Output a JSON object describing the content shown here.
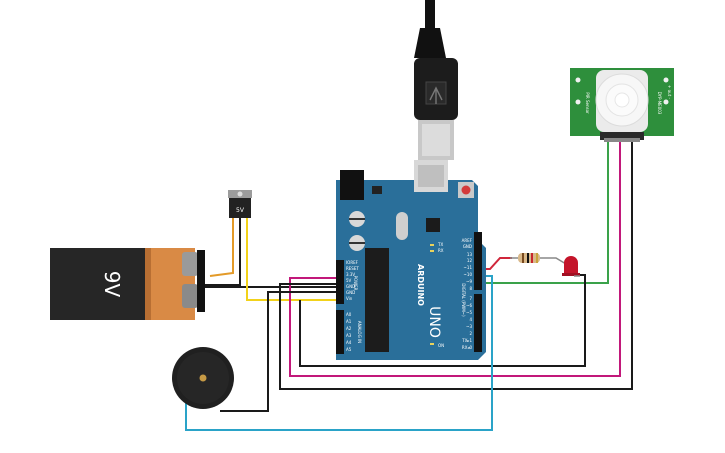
{
  "battery": {
    "label": "9V"
  },
  "regulator": {
    "label": "5V"
  },
  "arduino": {
    "brand": "ARDUINO",
    "model": "UNO",
    "on_label": "ON",
    "tx_label": "TX",
    "rx_label": "RX",
    "aref": "AREF",
    "gnd_top": "GND",
    "digital_label": "DIGITAL (PWM~)",
    "digital_pins": [
      "13",
      "12",
      "~11",
      "~10",
      "~9",
      "8",
      "7",
      "~6",
      "~5",
      "4",
      "~3",
      "2",
      "TX▸1",
      "RX◂0"
    ],
    "power_label": "POWER",
    "power_pins": [
      "IOREF",
      "RESET",
      "3.3V",
      "5V",
      "GND",
      "GND",
      "Vin"
    ],
    "analog_label": "ANALOG IN",
    "analog_pins": [
      "A0",
      "A1",
      "A2",
      "A3",
      "A4",
      "A5"
    ]
  },
  "pir": {
    "left_text": "PIR Sensor",
    "right_text": "DYP-ME003",
    "pin_text": "+ out -"
  },
  "colors": {
    "board": "#2a6f9a",
    "wire_black": "#1a1a1a",
    "wire_yellow": "#f2d21a",
    "wire_orange": "#e39a28",
    "wire_red": "#d0263b",
    "wire_magenta": "#c2187a",
    "wire_green": "#3aa24a",
    "wire_cyan": "#2aa3c8",
    "led": "#c4142a"
  }
}
